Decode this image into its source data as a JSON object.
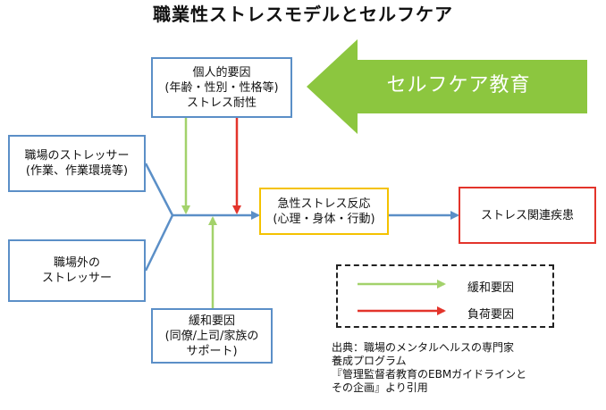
{
  "title": "職業性ストレスモデルとセルフケア",
  "selfcare_education": "セルフケア教育",
  "boxes": {
    "individual": [
      "個人的要因",
      "(年齢・性別・性格等)",
      "ストレス耐性"
    ],
    "stressors": [
      "職場のストレッサー",
      "(作業、作業環境等)"
    ],
    "external": [
      "職場外の",
      "ストレッサー"
    ],
    "support": [
      "緩和要因",
      "(同僚/上司/家族の",
      "サポート)"
    ],
    "acute": [
      "急性ストレス反応",
      "(心理・身体・行動)"
    ],
    "disease": [
      "ストレス関連疾患"
    ]
  },
  "legend": {
    "relief": "緩和要因",
    "burden": "負荷要因"
  },
  "source": [
    "出典：職場のメンタルヘルスの専門家",
    "養成プログラム",
    "『管理監督者教育のEBMガイドラインと",
    "その企画』より引用"
  ],
  "colors": {
    "blue": "#5b8fc7",
    "green": "#a3d26b",
    "red": "#e3342b",
    "yellow": "#f4c200",
    "selfcare_arrow": "#8cc63f"
  }
}
